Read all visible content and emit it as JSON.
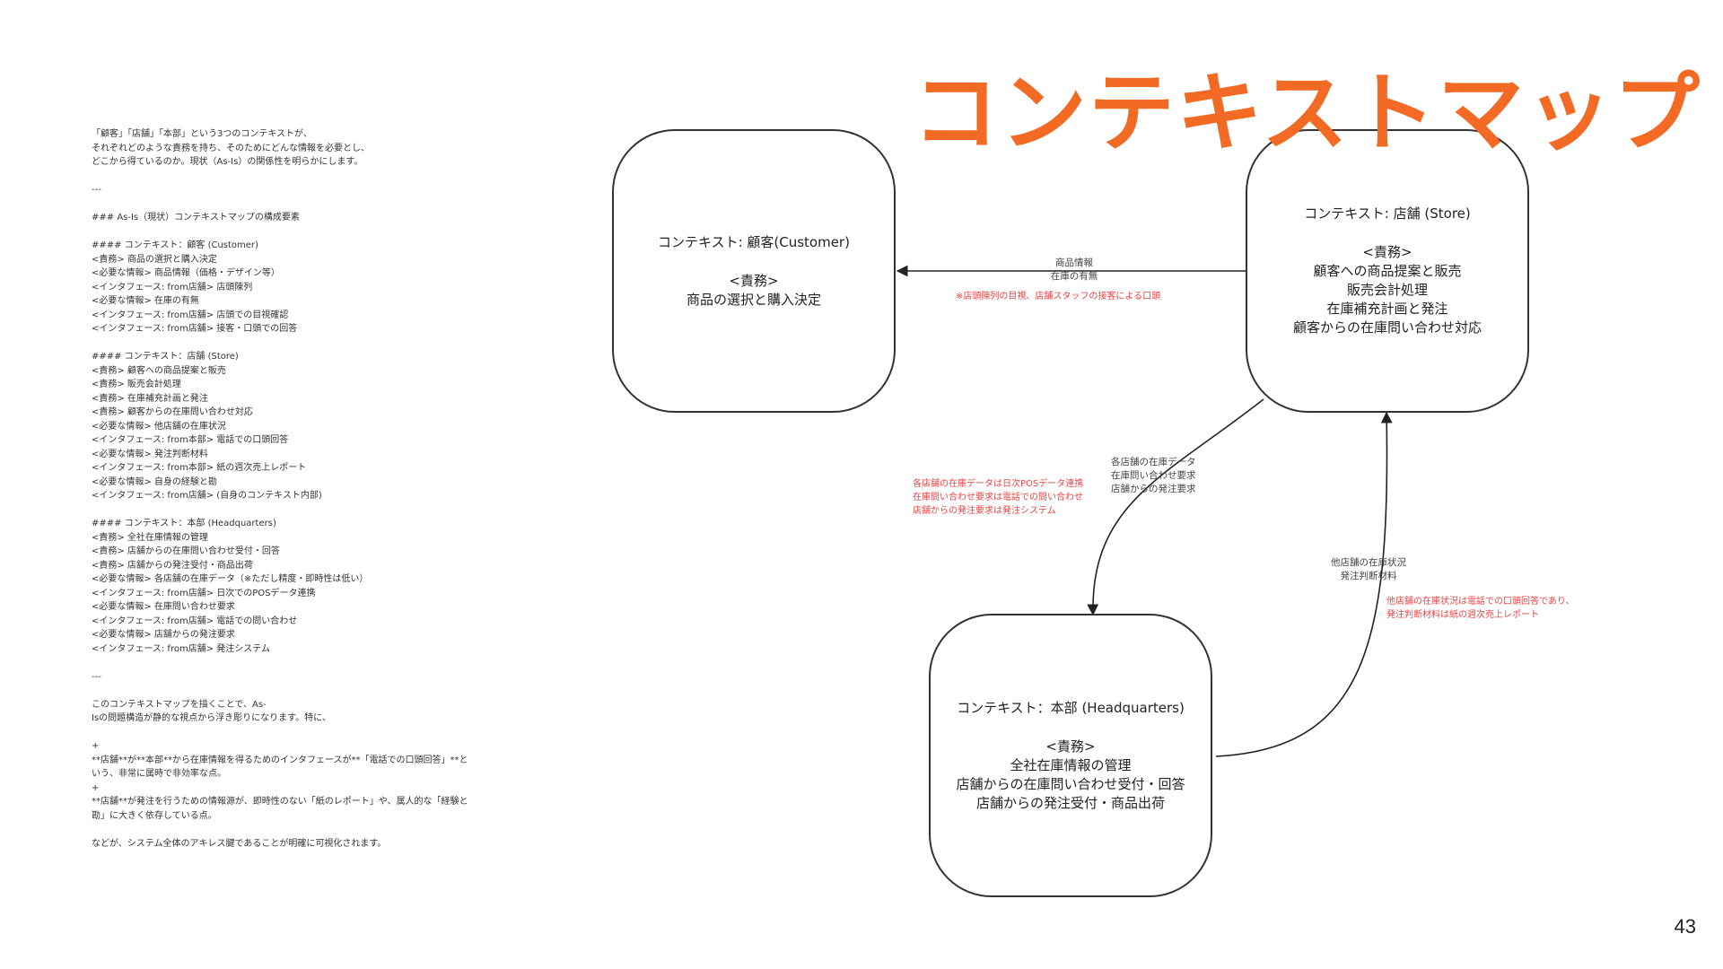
{
  "title": "コンテキストマップ",
  "page_number": "43",
  "colors": {
    "title": "#f26a24",
    "note_red": "#ee4444"
  },
  "notes": [
    "「顧客」「店舗」「本部」という3つのコンテキストが、",
    "それぞれどのような責務を持ち、そのためにどんな情報を必要とし、",
    "どこから得ているのか。現状（As-Is）の関係性を明らかにします。",
    "",
    "---",
    "",
    "### As-Is（現状）コンテキストマップの構成要素",
    "",
    "#### コンテキスト：顧客 (Customer)",
    "<責務> 商品の選択と購入決定",
    "<必要な情報> 商品情報（価格・デザイン等）",
    "<インタフェース: from店舗> 店頭陳列",
    "<必要な情報> 在庫の有無",
    "<インタフェース: from店舗> 店頭での目視確認",
    "<インタフェース: from店舗> 接客・口頭での回答",
    "",
    "#### コンテキスト：店舗 (Store)",
    "<責務> 顧客への商品提案と販売",
    "<責務> 販売会計処理",
    "<責務> 在庫補充計画と発注",
    "<責務> 顧客からの在庫問い合わせ対応",
    "<必要な情報> 他店舗の在庫状況",
    "<インタフェース: from本部> 電話での口頭回答",
    "<必要な情報> 発注判断材料",
    "<インタフェース: from本部> 紙の週次売上レポート",
    "<必要な情報> 自身の経験と勘",
    "<インタフェース: from店舗> (自身のコンテキスト内部)",
    "",
    "#### コンテキスト：本部 (Headquarters)",
    "<責務> 全社在庫情報の管理",
    "<責務> 店舗からの在庫問い合わせ受付・回答",
    "<責務> 店舗からの発注受付・商品出荷",
    "<必要な情報> 各店舗の在庫データ（※ただし精度・即時性は低い）",
    "<インタフェース: from店舗> 日次でのPOSデータ連携",
    "<必要な情報> 在庫問い合わせ要求",
    "<インタフェース: from店舗> 電話での問い合わせ",
    "<必要な情報> 店舗からの発注要求",
    "<インタフェース: from店舗> 発注システム",
    "",
    "---",
    "",
    "このコンテキストマップを描くことで、As-",
    "Isの問題構造が静的な視点から浮き彫りになります。特に、",
    "",
    "+",
    "**店舗**が**本部**から在庫情報を得るためのインタフェースが**「電話での口頭回答」**と",
    "いう、非常に属時で非効率な点。",
    "+",
    "**店舗**が発注を行うための情報源が、即時性のない「紙のレポート」や、属人的な「経験と",
    "勘」に大きく依存している点。",
    "",
    "などが、システム全体のアキレス腱であることが明確に可視化されます。"
  ],
  "contexts": {
    "customer": {
      "name": "コンテキスト: 顧客(Customer)",
      "responsibility_label": "<責務>",
      "responsibilities": [
        "商品の選択と購入決定"
      ]
    },
    "store": {
      "name": "コンテキスト: 店舗 (Store)",
      "responsibility_label": "<責務>",
      "responsibilities": [
        "顧客への商品提案と販売",
        "販売会計処理",
        "在庫補充計画と発注",
        "顧客からの在庫問い合わせ対応"
      ]
    },
    "hq": {
      "name": "コンテキスト：本部 (Headquarters)",
      "responsibility_label": "<責務>",
      "responsibilities": [
        "全社在庫情報の管理",
        "店舗からの在庫問い合わせ受付・回答",
        "店舗からの発注受付・商品出荷"
      ]
    }
  },
  "edges": {
    "store_to_customer": {
      "label": "商品情報\n在庫の有無",
      "note": "※店頭陳列の目視、店舗スタッフの接客による口頭"
    },
    "store_to_hq": {
      "label": "各店舗の在庫データ\n在庫問い合わせ要求\n店舗からの発注要求",
      "note": "各店舗の在庫データは日次POSデータ連携\n在庫問い合わせ要求は電話での問い合わせ\n店舗からの発注要求は発注システム"
    },
    "hq_to_store": {
      "label": "他店舗の在庫状況\n発注判断材料",
      "note": "他店舗の在庫状況は電話での口頭回答であり、\n発注判断材料は紙の週次売上レポート"
    }
  }
}
